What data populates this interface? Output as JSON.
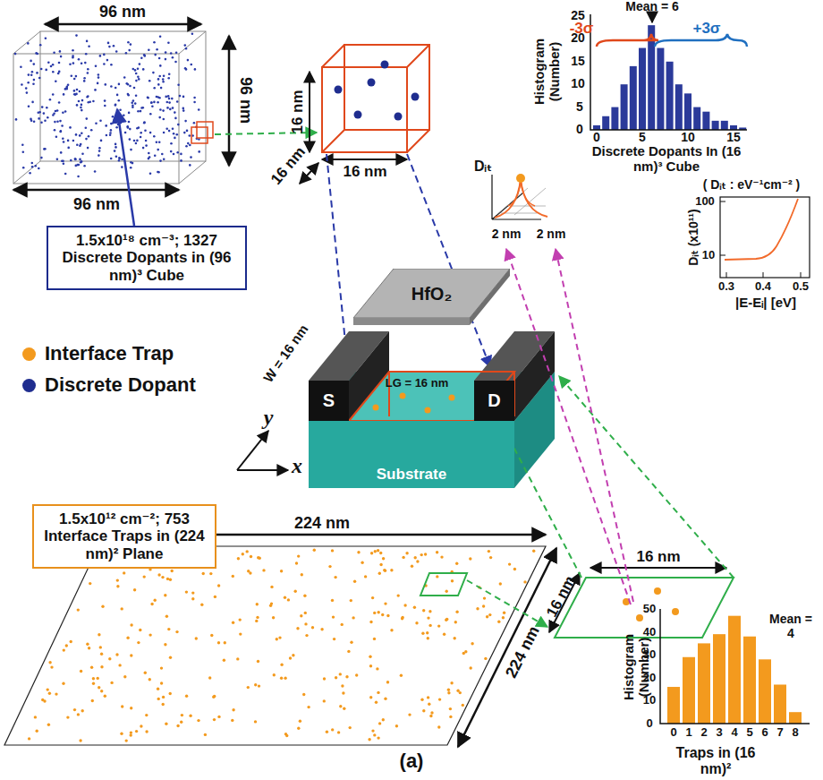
{
  "diagram": {
    "caption": "(a)",
    "nodes": [
      {
        "text": [
          "1.5x10¹⁸ cm⁻³; 1327 Discrete Dopants in (96 nm)³ Cube"
        ]
      },
      {
        "text": [
          "1.5x10¹² cm⁻²; 753 Interface Traps in (224 nm)² Plane"
        ]
      },
      {
        "text": [
          "HfO₂"
        ]
      },
      {
        "text": [
          "S"
        ]
      },
      {
        "text": [
          "D"
        ]
      },
      {
        "text": [
          "Substrate"
        ]
      }
    ],
    "labels": [
      "96 nm",
      "96 nm",
      "96 nm",
      "16 nm",
      "16 nm",
      "16 nm",
      "Mean = 6",
      "-3σ",
      "+3σ",
      "Histogram (Number)",
      "0",
      "5",
      "10",
      "15",
      "20",
      "25",
      "0",
      "5",
      "10",
      "15",
      "Discrete Dopants In (16 nm)³ Cube",
      "Dᵢₜ",
      "2 nm",
      "2 nm",
      "( Dᵢₜ : eV⁻¹cm⁻² )",
      "100",
      "10",
      "Dᵢₜ (x10¹¹)",
      "0.3",
      "0.4",
      "0.5",
      "|E-Eᵢ| [eV]",
      "W = 16 nm",
      "LG = 16 nm",
      "y",
      "x",
      "16 nm",
      "16 nm",
      "224 nm",
      "224 nm",
      "Histogram (Number)",
      "0",
      "10",
      "20",
      "30",
      "40",
      "50",
      "0",
      "1",
      "2",
      "3",
      "4",
      "5",
      "6",
      "7",
      "8",
      "Mean = 4",
      "Traps in (16 nm)²"
    ],
    "legend": [
      {
        "text": "Interface Trap",
        "color": "#f39a1e"
      },
      {
        "text": "Discrete Dopant",
        "color": "#1f2d8f"
      }
    ]
  }
}
